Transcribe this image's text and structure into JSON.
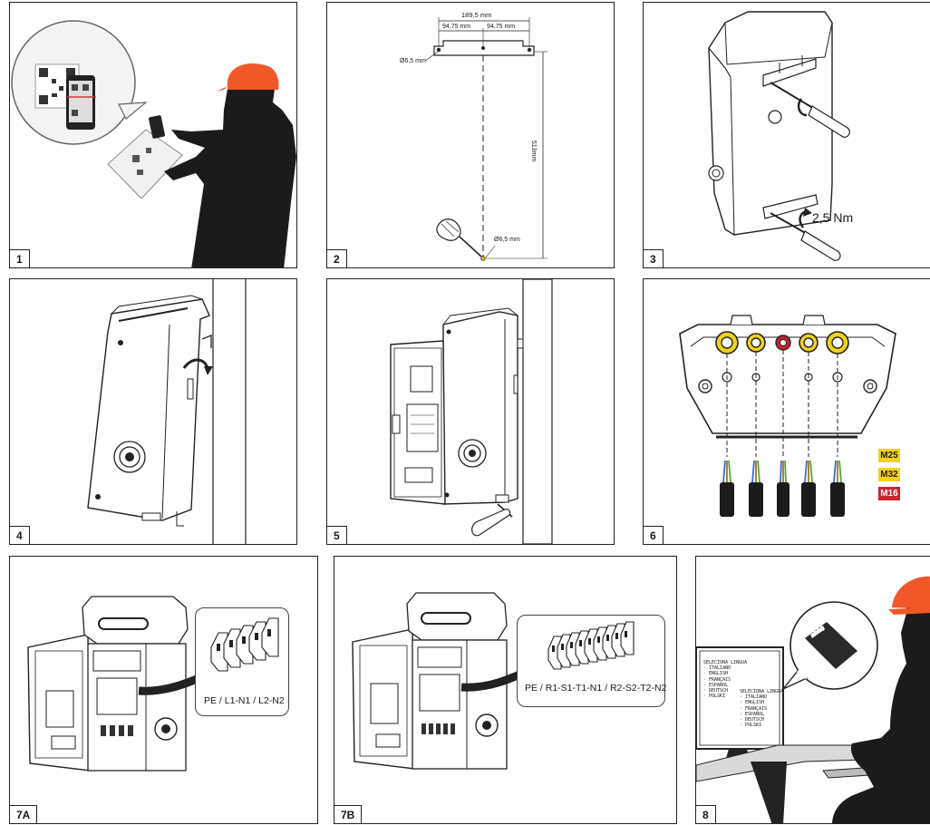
{
  "steps": [
    {
      "number": "1"
    },
    {
      "number": "2"
    },
    {
      "number": "3"
    },
    {
      "number": "4"
    },
    {
      "number": "5"
    },
    {
      "number": "6"
    },
    {
      "number": "7A"
    },
    {
      "number": "7B"
    },
    {
      "number": "8"
    }
  ],
  "step2": {
    "total_width": "189,5 mm",
    "half_left": "94,75 mm",
    "half_right": "94,75 mm",
    "top_hole": "Ø6,5 mm",
    "height": "513mm",
    "bottom_hole": "Ø6,5 mm"
  },
  "step3": {
    "torque": "2,5 Nm"
  },
  "step6": {
    "glands": [
      {
        "label": "M25",
        "color": "#f3d21f"
      },
      {
        "label": "M32",
        "color": "#f3d21f"
      },
      {
        "label": "M16",
        "color": "#c8252c"
      }
    ]
  },
  "step7a": {
    "terminal_label": "PE / L1-N1 / L2-N2"
  },
  "step7b": {
    "terminal_label": "PE / R1-S1-T1-N1 / R2-S2-T2-N2"
  },
  "step8": {
    "screen_left_lines": [
      "SELECIONA LINGUA",
      "· ITALIANO",
      "· ENGLISH",
      "· FRANÇAIS",
      "· ESPAÑOL",
      "· DEUTSCH",
      "· POLSKI"
    ],
    "screen_right_lines": [
      "SELECIONA LINGUA",
      "· ITALIANO",
      "· ENGLISH",
      "· FRANÇAIS",
      "· ESPAÑOL",
      "· DEUTSCH",
      "· POLSKI"
    ]
  },
  "colors": {
    "helmet": "#f0582a",
    "silhouette": "#1b1b1b",
    "line": "#222222"
  }
}
